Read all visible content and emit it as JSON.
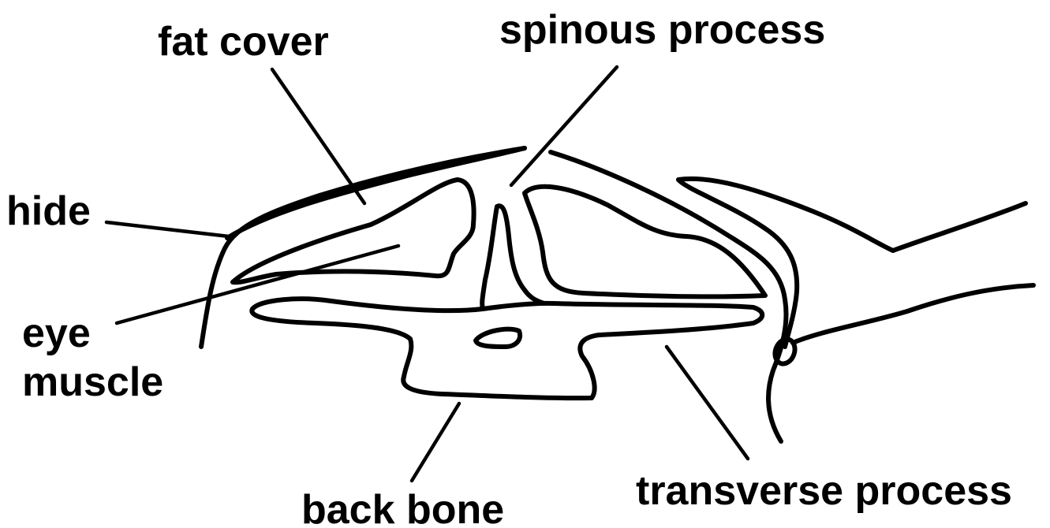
{
  "diagram": {
    "labels": {
      "fat_cover": "fat cover",
      "spinous_process": "spinous process",
      "hide": "hide",
      "eye": "eye",
      "muscle": "muscle",
      "back_bone": "back bone",
      "transverse_process": "transverse process"
    },
    "colors": {
      "stroke": "#000000",
      "background": "#ffffff"
    }
  }
}
